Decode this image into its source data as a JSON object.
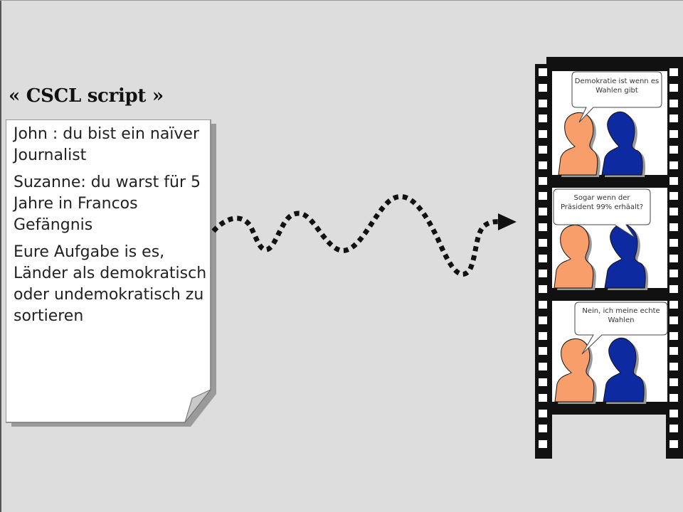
{
  "slide": {
    "title": "« CSCL script »"
  },
  "note": {
    "paragraphs": [
      "John : du bist ein naïver Journalist",
      "Suzanne: du warst für 5 Jahre in Francos Gefängnis",
      "Eure Aufgabe is es, Länder als demokratisch oder undemokratisch zu sortieren"
    ]
  },
  "comic": {
    "panels": [
      {
        "speech": "Demokratie ist wenn es Wahlen gibt"
      },
      {
        "speech": "Sogar wenn der Präsident 99% erhäalt?"
      },
      {
        "speech": "Nein, ich meine echte Wahlen"
      }
    ],
    "colors": {
      "person_left": "#f79e6b",
      "person_right": "#0d2aa1",
      "film": "#111111"
    }
  }
}
